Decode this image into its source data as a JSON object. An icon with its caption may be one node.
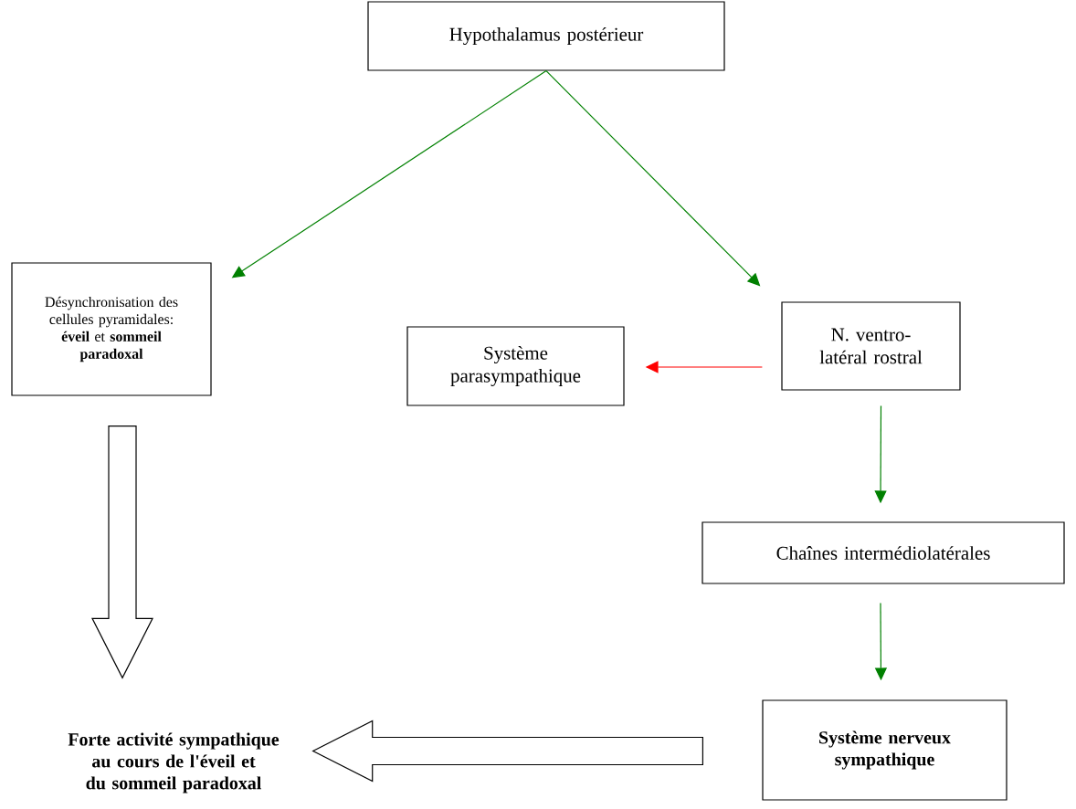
{
  "diagram": {
    "nodes": [
      {
        "text": [
          "Hypothalamus postérieur"
        ]
      },
      {
        "text": [
          "Désynchronisation des cellules pyramidales: **éveil** et **sommeil paradoxal**"
        ]
      },
      {
        "text": [
          "N. ventro-latéral rostral"
        ]
      },
      {
        "text": [
          "Système parasympathique"
        ]
      },
      {
        "text": [
          "Chaînes intermédiolatérales"
        ]
      },
      {
        "text": [
          "Système nerveux sympathique"
        ]
      },
      {
        "text": [
          "Forte activité sympathique au cours de l'éveil et du sommeil paradoxal"
        ]
      }
    ],
    "edges": [
      {
        "from": 0,
        "to": 1,
        "arrow": "to"
      },
      {
        "from": 0,
        "to": 2,
        "arrow": "to"
      },
      {
        "from": 2,
        "to": 3,
        "arrow": "to",
        "color": "#ff0000"
      },
      {
        "from": 2,
        "to": 4,
        "arrow": "to"
      },
      {
        "from": 4,
        "to": 5,
        "arrow": "to"
      },
      {
        "from": 1,
        "to": 6,
        "arrow": "to",
        "style": "thick",
        "color": "#000000"
      },
      {
        "from": 5,
        "to": 6,
        "arrow": "to",
        "style": "thick",
        "color": "#000000"
      }
    ]
  }
}
